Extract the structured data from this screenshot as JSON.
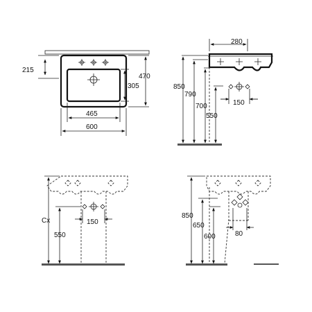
{
  "drawing": {
    "top_view": {
      "dim_width_outer": "600",
      "dim_width_inner": "465",
      "dim_depth": "470",
      "dim_inner_depth": "305",
      "dim_tap_offset": "215"
    },
    "side_view_top": {
      "dim_depth_top": "280",
      "dim_height_850": "850",
      "dim_height_790": "790",
      "dim_height_700": "700",
      "dim_height_550": "550",
      "dim_pipe_spacing": "150"
    },
    "front_view_bottom": {
      "dim_cx": "Cx",
      "dim_height_550": "550",
      "dim_pipe_spacing": "150"
    },
    "side_view_bottom": {
      "dim_height_850": "850",
      "dim_height_650": "650",
      "dim_height_600": "600",
      "dim_offset_80": "80"
    },
    "colors": {
      "line": "#111111",
      "background": "#ffffff"
    }
  }
}
